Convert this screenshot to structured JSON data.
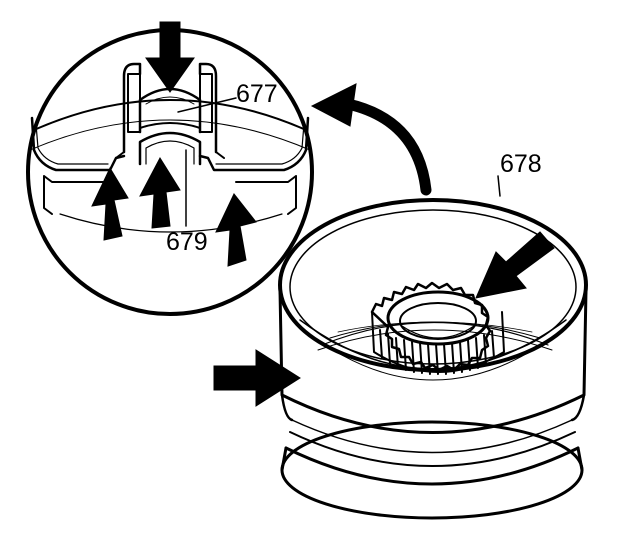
{
  "diagram": {
    "callouts": {
      "part_677": "677",
      "part_678": "678",
      "part_679": "679"
    },
    "colors": {
      "ink": "#000000",
      "paper": "#ffffff"
    }
  }
}
